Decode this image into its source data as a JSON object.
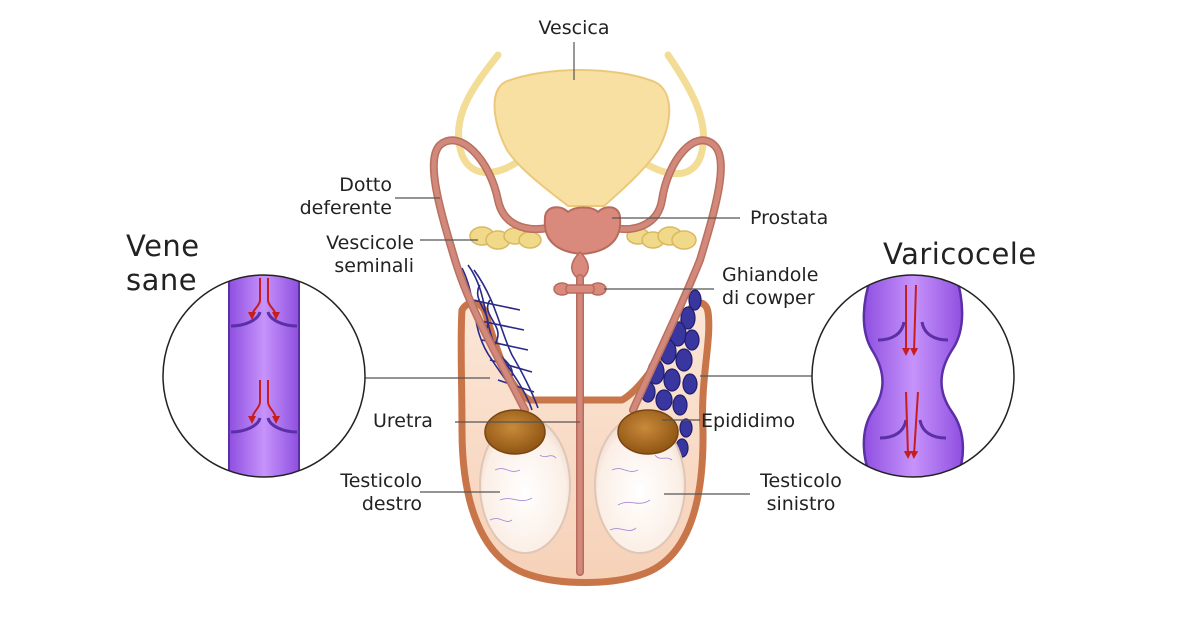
{
  "labels": {
    "vescica": "Vescica",
    "dotto_deferente": "Dotto\ndeferente",
    "prostata": "Prostata",
    "vescicole_seminali": "Vescicole\nseminali",
    "ghiandole_cowper": "Ghiandole\ndi cowper",
    "uretra": "Uretra",
    "epididimo": "Epididimo",
    "testicolo_destro": "Testicolo\ndestro",
    "testicolo_sinistro": "Testicolo\nsinistro"
  },
  "insets": {
    "healthy_title": "Vene\nsane",
    "varicocele_title": "Varicocele"
  },
  "colors": {
    "bladder": "#f8e0a3",
    "prostate": "#d98a7c",
    "vas_deferens": "#d2897b",
    "seminal_vesicles": "#f1d98a",
    "scrotum_skin": "#c9754a",
    "testicle": "#fbefe7",
    "epididymis": "#a86a1e",
    "vein_healthy": "#b46ef5",
    "vein_varicocele": "#a15ef0",
    "plexus": "#2b2a8a",
    "blood_flow_arrow": "#c71d1d"
  }
}
